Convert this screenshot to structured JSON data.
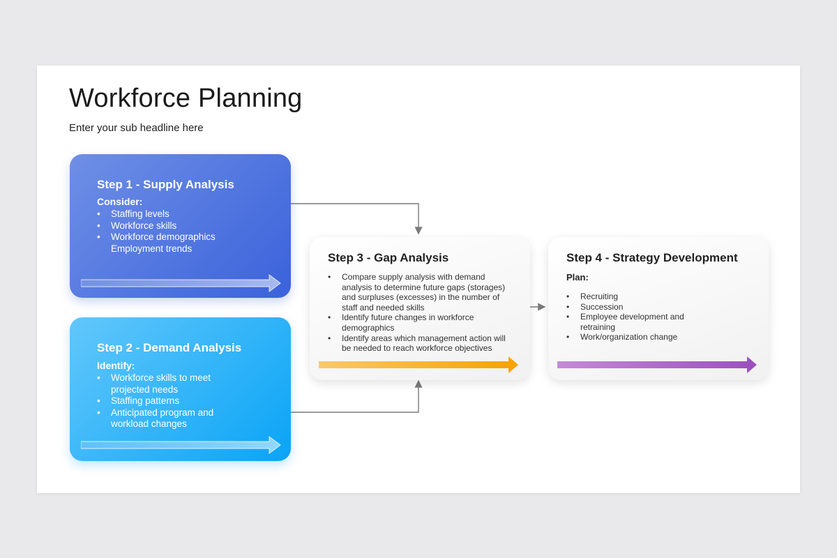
{
  "title": "Workforce Planning",
  "subtitle": "Enter your sub headline here",
  "colors": {
    "step1": "#3a62db",
    "step2": "#0aa4f6",
    "step3_arrow": "#f6a200",
    "step4_arrow": "#9b4fbf",
    "connector": "#7a7a7a"
  },
  "steps": [
    {
      "title": "Step 1 - Supply Analysis",
      "subhead": "Consider:",
      "items": [
        {
          "text": "Staffing levels",
          "bullet": true
        },
        {
          "text": "Workforce skills",
          "bullet": true
        },
        {
          "text": "Workforce demographics",
          "bullet": true
        },
        {
          "text": "Employment trends",
          "bullet": false
        }
      ]
    },
    {
      "title": "Step 2 - Demand Analysis",
      "subhead": "Identify:",
      "items": [
        {
          "text": "Workforce skills to meet",
          "bullet": true
        },
        {
          "text": "projected needs",
          "bullet": false
        },
        {
          "text": "Staffing patterns",
          "bullet": true
        },
        {
          "text": "Anticipated program and",
          "bullet": true
        },
        {
          "text": "workload changes",
          "bullet": false
        }
      ]
    },
    {
      "title": "Step 3 - Gap Analysis",
      "items": [
        {
          "text": "Compare supply analysis with demand",
          "bullet": true
        },
        {
          "text": "analysis to determine future gaps (storages)",
          "bullet": false
        },
        {
          "text": "and surpluses (excesses) in the number of",
          "bullet": false
        },
        {
          "text": "staff and needed skills",
          "bullet": false
        },
        {
          "text": "Identify future changes in workforce",
          "bullet": true
        },
        {
          "text": "demographics",
          "bullet": false
        },
        {
          "text": "Identify areas which management action will",
          "bullet": true
        },
        {
          "text": "be needed to reach workforce objectives",
          "bullet": false
        }
      ]
    },
    {
      "title": "Step 4 - Strategy Development",
      "subhead": "Plan:",
      "items": [
        {
          "text": "Recruiting",
          "bullet": true
        },
        {
          "text": "Succession",
          "bullet": true
        },
        {
          "text": "Employee development and",
          "bullet": true
        },
        {
          "text": "retraining",
          "bullet": false
        },
        {
          "text": "Work/organization change",
          "bullet": true
        }
      ]
    }
  ]
}
